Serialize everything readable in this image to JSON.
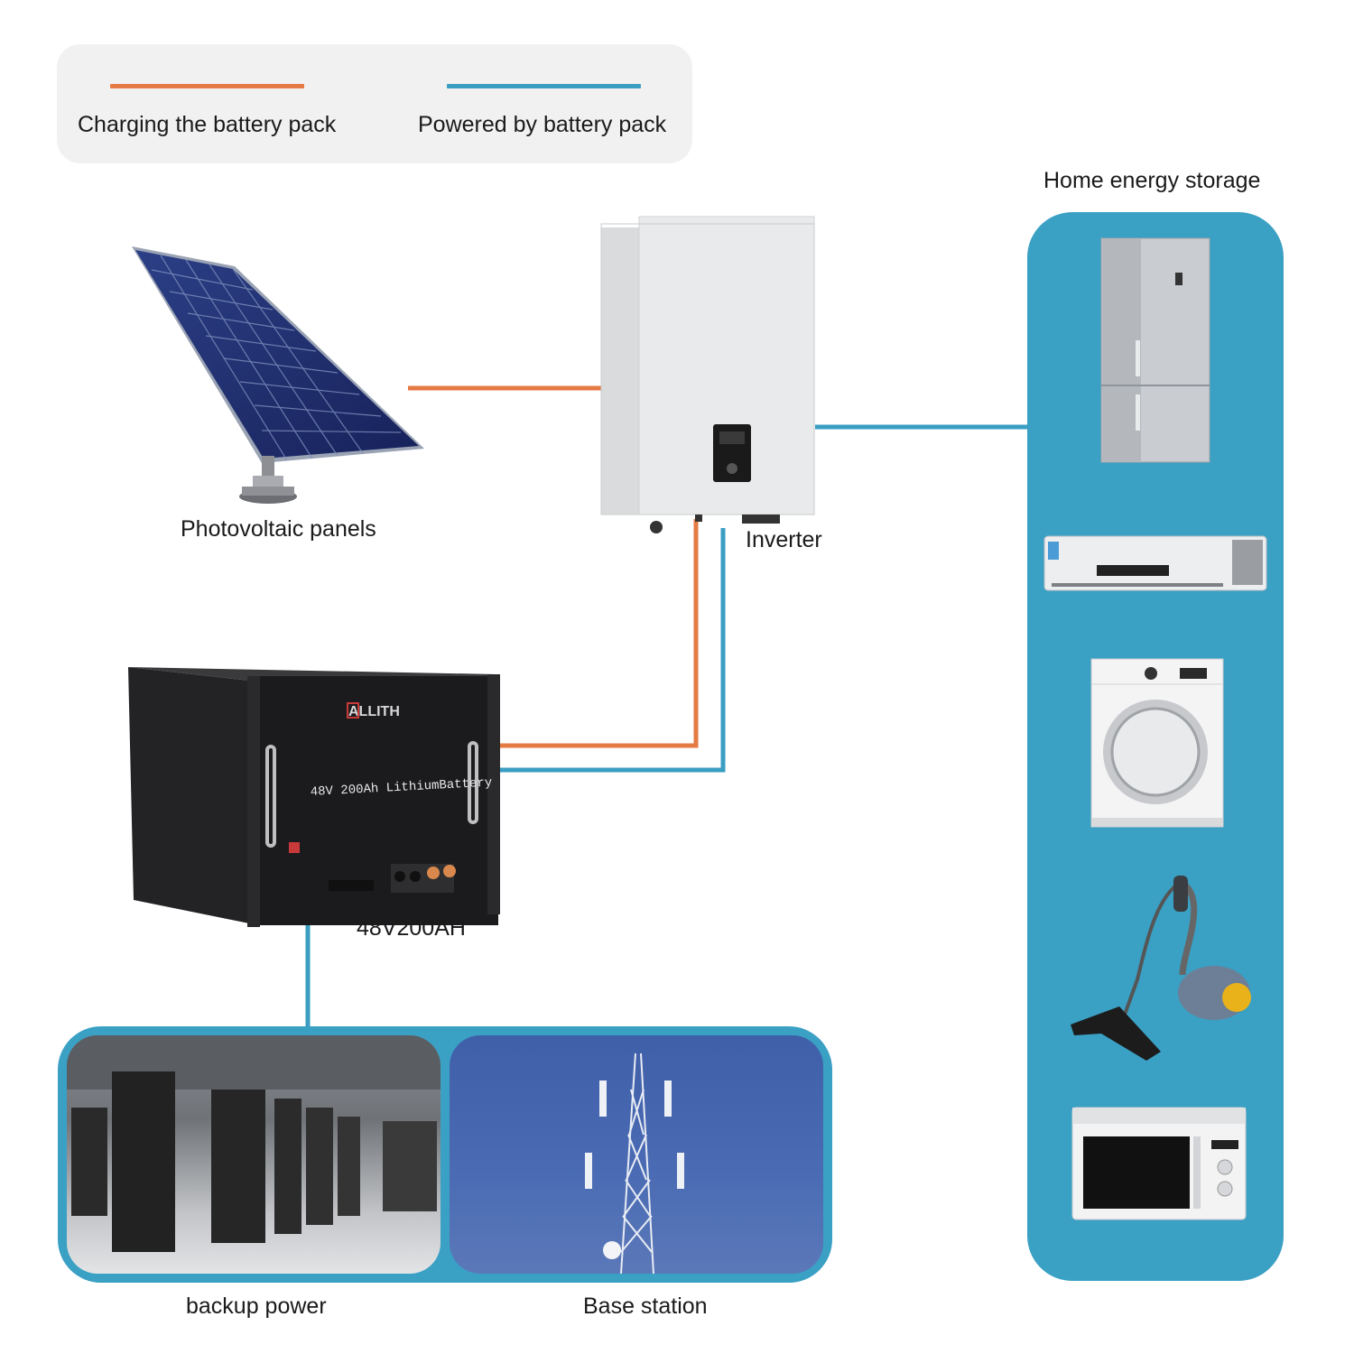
{
  "legend": {
    "charging": {
      "label": "Charging the battery pack",
      "color": "#e67a45"
    },
    "powered": {
      "label": "Powered by battery pack",
      "color": "#3a9ec2"
    }
  },
  "components": {
    "pv": {
      "label": "Photovoltaic panels"
    },
    "inverter": {
      "label": "Inverter"
    },
    "battery": {
      "label": "48V200AH",
      "brand": "ALLITH",
      "front_text": "48V 200Ah LithiumBattery"
    }
  },
  "home": {
    "title": "Home energy storage",
    "appliances": [
      "refrigerator-icon",
      "air-conditioner-icon",
      "washing-machine-icon",
      "vacuum-cleaner-icon",
      "microwave-icon"
    ]
  },
  "applications": {
    "backup": {
      "label": "backup power"
    },
    "base": {
      "label": "Base station"
    }
  },
  "colors": {
    "panel_blue": "#3aa0c4",
    "charge": "#e67a45",
    "power": "#3a9ec2"
  }
}
